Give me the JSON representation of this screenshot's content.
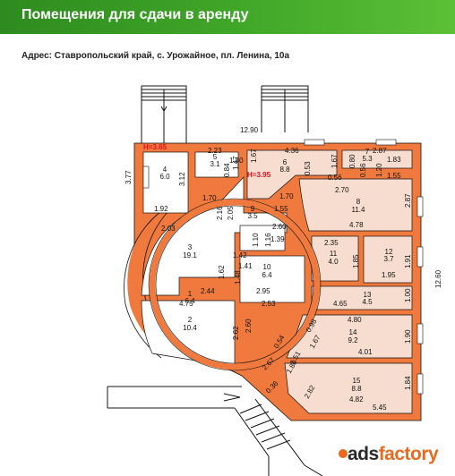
{
  "banner": {
    "title": "Помещения для сдачи в аренду",
    "color": "#3a9e25"
  },
  "address": "Адрес: Ставропольский край,  с. Урожайное, пл. Ленина, 10а",
  "colors": {
    "wall": "#f07a3e",
    "room": "#f7ddd0",
    "ink": "#111111",
    "height_mark": "#e0101a"
  },
  "plan": {
    "heights": [
      "Н=3.65",
      "Н=3.95"
    ],
    "rooms": [
      {
        "number": "1",
        "area": "6.4"
      },
      {
        "number": "2",
        "area": "10.4"
      },
      {
        "number": "3",
        "area": "19.1"
      },
      {
        "number": "4",
        "area": "6.0"
      },
      {
        "number": "5",
        "area": "3.1"
      },
      {
        "number": "6",
        "area": "8.8"
      },
      {
        "number": "7",
        "area": "5.3"
      },
      {
        "number": "8",
        "area": "11.4"
      },
      {
        "number": "9",
        "area": "3.5"
      },
      {
        "number": "10",
        "area": "6.4"
      },
      {
        "number": "11",
        "area": "4.0"
      },
      {
        "number": "12",
        "area": "3.7"
      },
      {
        "number": "13",
        "area": "4.5"
      },
      {
        "number": "14",
        "area": "9.2"
      },
      {
        "number": "15",
        "area": "8.8"
      }
    ],
    "dimensions": [
      "12.90",
      "12.60",
      "5.45",
      "4.36",
      "2.23",
      "2.87",
      "1.83",
      "1.55",
      "2.70",
      "2.87",
      "4.78",
      "1.47",
      "1.80",
      "1.67",
      "1.67",
      "0.80",
      "0.56",
      "1.20",
      "1.70",
      "0.53",
      "1.55",
      "3.77",
      "3.12",
      "1.92",
      "1.70",
      "2.16",
      "2.05",
      "2.60",
      "2.03",
      "1.10",
      "1.16",
      "1.39",
      "1.42",
      "1.41",
      "1.62",
      "1.48",
      "2.44",
      "2.95",
      "2.53",
      "4.75",
      "2.62",
      "2.60",
      "2.35",
      "1.85",
      "1.91",
      "1.95",
      "1.00",
      "4.65",
      "4.80",
      "1.90",
      "0.98",
      "1.67",
      "0.54",
      "1.51",
      "4.01",
      "2.67",
      "1.80",
      "1.84",
      "4.82",
      "2.82",
      "0.36",
      "0.84"
    ]
  },
  "watermark": {
    "part1": "ads",
    "part2": "factory"
  }
}
